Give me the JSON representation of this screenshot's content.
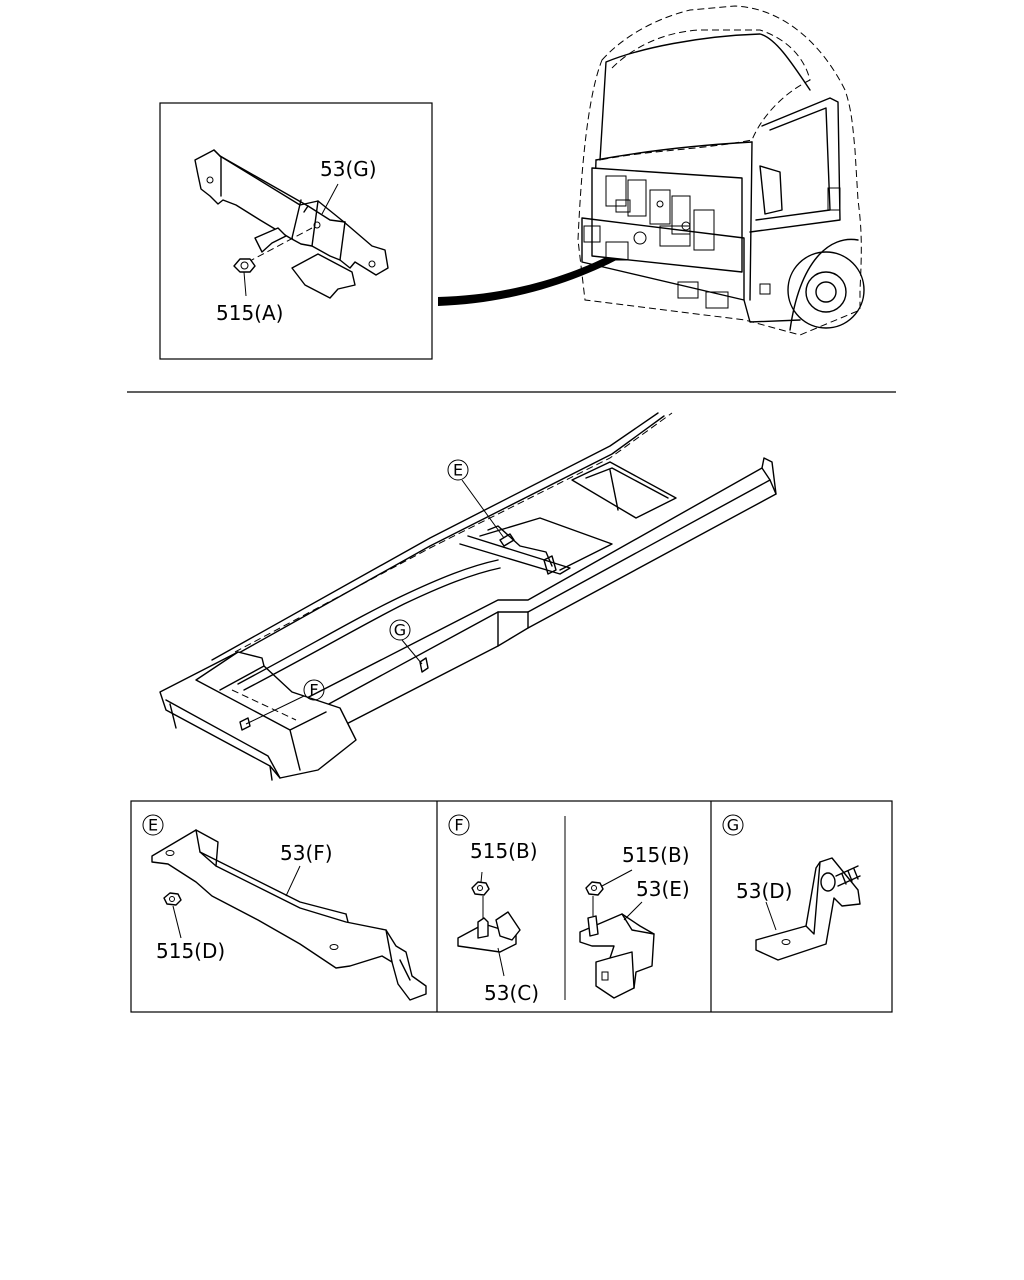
{
  "labels": {
    "top_bracket": "53(G)",
    "top_nut": "515(A)",
    "e_bracket": "53(F)",
    "e_nut": "515(D)",
    "f_nut_left": "515(B)",
    "f_bracket_left": "53(C)",
    "f_nut_right": "515(B)",
    "f_bracket_right": "53(E)",
    "g_bracket": "53(D)"
  },
  "callouts": {
    "frame_e": "E",
    "frame_f": "F",
    "frame_g": "G",
    "panel_e": "E",
    "panel_f": "F",
    "panel_g": "G"
  }
}
